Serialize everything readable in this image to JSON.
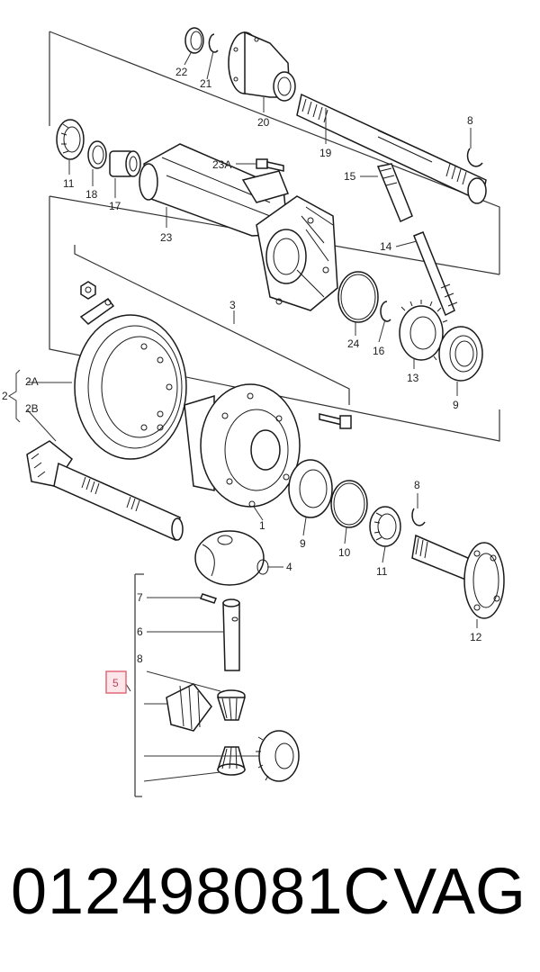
{
  "labels": {
    "l1": "1",
    "l2": "2",
    "l2A": "2A",
    "l2B": "2B",
    "l3": "3",
    "l4": "4",
    "l5": "5",
    "l6": "6",
    "l7": "7",
    "l8a": "8",
    "l8b": "8",
    "l8c": "8",
    "l9a": "9",
    "l9b": "9",
    "l10": "10",
    "l11a": "11",
    "l11b": "11",
    "l12": "12",
    "l13": "13",
    "l14": "14",
    "l15": "15",
    "l16": "16",
    "l17": "17",
    "l18": "18",
    "l19": "19",
    "l20": "20",
    "l21": "21",
    "l22": "22",
    "l23": "23",
    "l23A": "23A",
    "l24": "24"
  },
  "highlight_color": "#e06a7a",
  "highlighted_label": "5",
  "footer": {
    "part_number": "012498081C",
    "brand": "VAG"
  }
}
